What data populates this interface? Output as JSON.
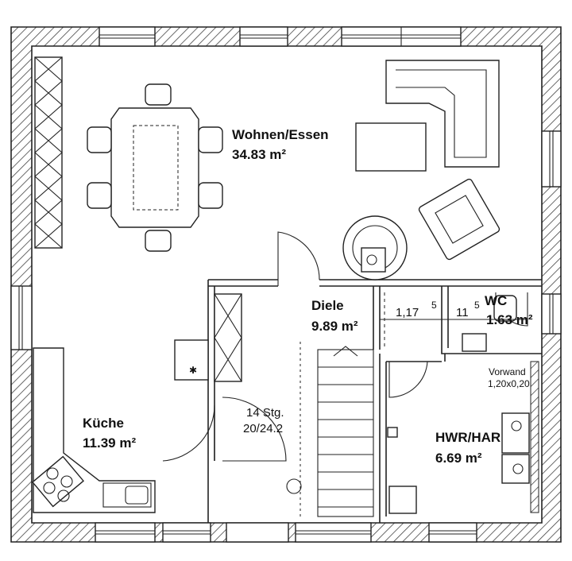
{
  "rooms": {
    "wohnen": {
      "name": "Wohnen/Essen",
      "area": "34.83 m²"
    },
    "diele": {
      "name": "Diele",
      "area": "9.89 m²"
    },
    "wc": {
      "name": "WC",
      "area": "1.63 m²"
    },
    "kueche": {
      "name": "Küche",
      "area": "11.39 m²"
    },
    "hwr": {
      "name": "HWR/HAR",
      "area": "6.69 m²"
    }
  },
  "stairs": {
    "steps": "14 Stg.",
    "ratio": "20/24.2"
  },
  "dimensions": {
    "diele_width": "1,17",
    "diele_width_sup": "5",
    "wc_width": "11",
    "wc_width_sup": "5"
  },
  "vorwand": {
    "label": "Vorwand",
    "size": "1,20x0,20"
  },
  "colors": {
    "line": "#222222",
    "hatch": "#444444",
    "background": "#ffffff"
  }
}
